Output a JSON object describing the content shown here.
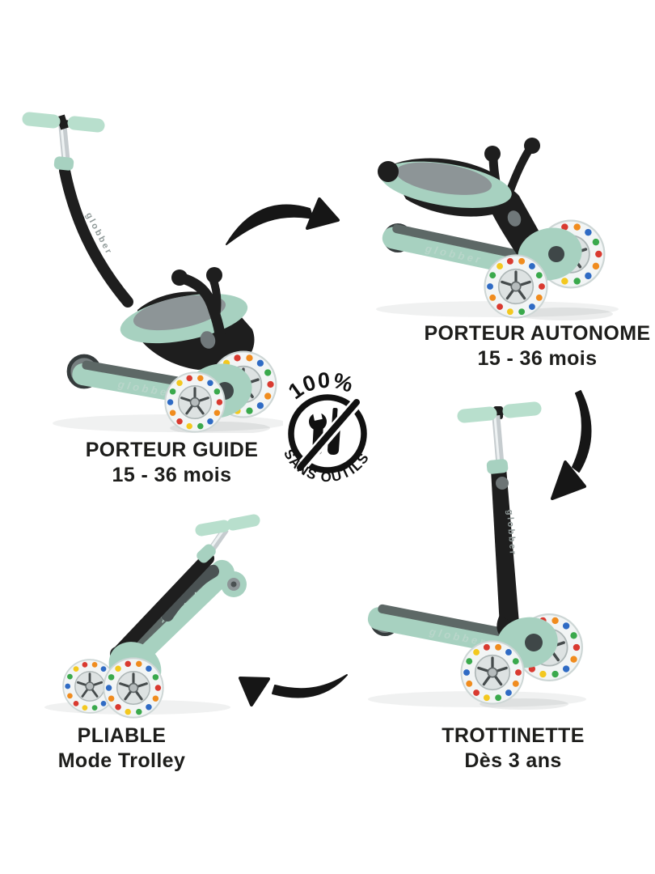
{
  "brand": {
    "wordmark": "globber"
  },
  "badge": {
    "top_text": "100%",
    "bottom_text": "SANS OUTILS",
    "icon": "no-tools-icon"
  },
  "modes": [
    {
      "id": "porteur-guide",
      "title": "PORTEUR GUIDE",
      "subtitle": "15 - 36 mois"
    },
    {
      "id": "porteur-autonome",
      "title": "PORTEUR AUTONOME",
      "subtitle": "15 - 36 mois"
    },
    {
      "id": "trottinette",
      "title": "TROTTINETTE",
      "subtitle": "Dès 3 ans"
    },
    {
      "id": "pliable",
      "title": "PLIABLE",
      "subtitle": "Mode Trolley"
    }
  ],
  "colors": {
    "mint": "#a7d1c0",
    "mint_light": "#b8dfcd",
    "deck_top_gray": "#5d6866",
    "seat_pad_gray": "#8d9597",
    "frame_black": "#1e1e1e",
    "pole_silver": "#c6cccf",
    "text_black": "#1d1d1b"
  },
  "wheel": {
    "light_colors": [
      "#d93a30",
      "#f08c1e",
      "#2f6bc4",
      "#3aa94c",
      "#f3c81f"
    ],
    "rim": "#f2f5f5",
    "hub_silver": "#dde2e2"
  }
}
